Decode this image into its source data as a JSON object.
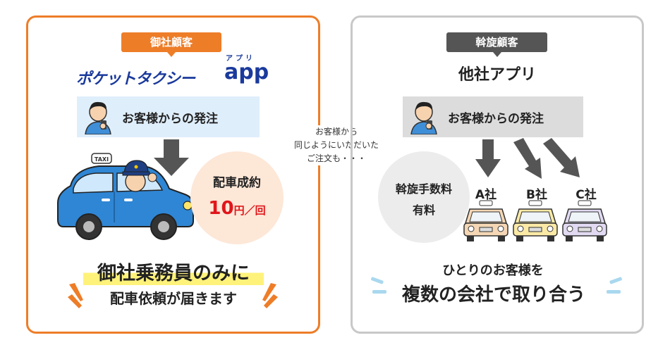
{
  "left": {
    "tag": "御社顧客",
    "app_name": "ポケットタクシー",
    "app_suffix": "app",
    "app_ruby": "アプリ",
    "order_text": "お客様からの発注",
    "badge_line1": "配車成約",
    "badge_number": "10",
    "badge_unit": "円／回",
    "headline": "御社乗務員のみに",
    "subline": "配車依頼が届きます"
  },
  "middle": {
    "note_line1": "お客様から",
    "note_line2": "同じようにいただいた",
    "note_line3": "ご注文も・・・"
  },
  "right": {
    "tag": "斡旋顧客",
    "app_name": "他社アプリ",
    "order_text": "お客様からの発注",
    "badge_line1": "斡旋手数料",
    "badge_line2": "有料",
    "companies": [
      "A社",
      "B社",
      "C社"
    ],
    "headline": "ひとりのお客様を",
    "subline": "複数の会社で取り合う"
  },
  "colors": {
    "orange": "#ee7d28",
    "gray_border": "#c8c8c8",
    "app_blue": "#1a3a9c",
    "taxi_blue": "#2f86d4",
    "price_red": "#e0161b",
    "arrow_gray": "#555555"
  },
  "icons": {
    "taxi_sign": "TAXI"
  }
}
